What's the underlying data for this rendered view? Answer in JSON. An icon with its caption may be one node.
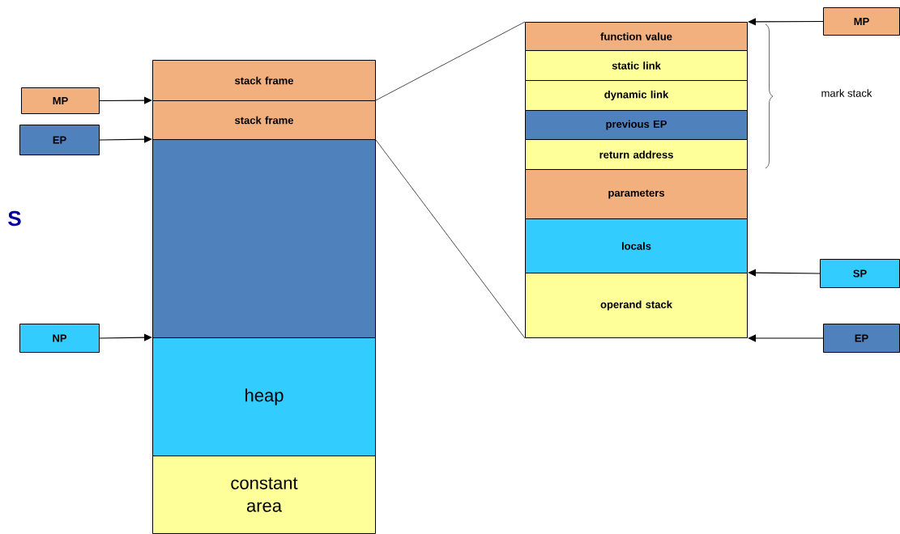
{
  "diagram": {
    "nodes": [
      {
        "text": [
          "stack frame"
        ]
      },
      {
        "text": [
          "stack frame"
        ]
      },
      {
        "text": [],
        "shape": "box"
      },
      {
        "text": [
          "heap"
        ]
      },
      {
        "text": [
          "constant area"
        ]
      },
      {
        "text": [
          "MP"
        ]
      },
      {
        "text": [
          "EP"
        ]
      },
      {
        "text": [
          "NP"
        ]
      },
      {
        "text": [
          "function value"
        ]
      },
      {
        "text": [
          "static link"
        ]
      },
      {
        "text": [
          "dynamic link"
        ]
      },
      {
        "text": [
          "previous EP"
        ]
      },
      {
        "text": [
          "return address"
        ]
      },
      {
        "text": [
          "parameters"
        ]
      },
      {
        "text": [
          "locals"
        ]
      },
      {
        "text": [
          "operand stack"
        ]
      },
      {
        "text": [
          "MP"
        ]
      },
      {
        "text": [
          "SP"
        ]
      },
      {
        "text": [
          "EP"
        ]
      }
    ],
    "edges": [
      {
        "from": 5,
        "to": 1,
        "arrow": "to"
      },
      {
        "from": 6,
        "to": 2,
        "arrow": "to"
      },
      {
        "from": 7,
        "to": 3,
        "arrow": "to"
      },
      {
        "from": 16,
        "to": 8,
        "arrow": "to"
      },
      {
        "from": 17,
        "to": 15,
        "arrow": "to"
      },
      {
        "from": 18,
        "to": 15,
        "arrow": "to"
      },
      {
        "from": 1,
        "to": 8,
        "arrow": "none"
      },
      {
        "from": 1,
        "to": 15,
        "arrow": "none"
      }
    ],
    "labels": [
      "mark stack",
      "S"
    ]
  }
}
